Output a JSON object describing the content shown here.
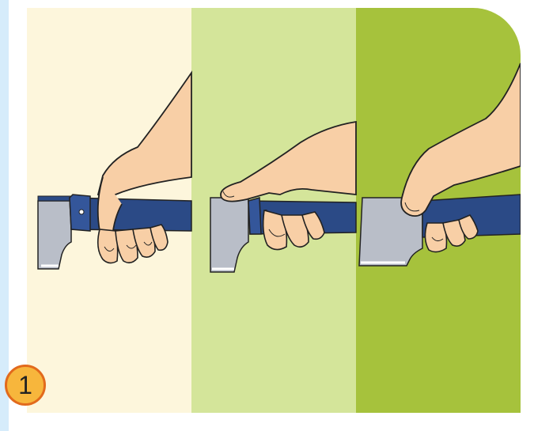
{
  "step_badge": {
    "number": "1"
  },
  "colors": {
    "panel_left": "#fdf6dc",
    "panel_middle": "#d4e59a",
    "panel_right": "#a6c23c",
    "handle": "#2b4a86",
    "blade": "#b9bec8",
    "skin": "#f8cfa6",
    "badge_fill": "#f7b63c",
    "badge_border": "#e26a1c",
    "sidebar": "#d6ecfb"
  },
  "icons": {
    "panel_1": "hand-gripping-knife-handle",
    "panel_2": "hand-with-index-finger-on-spine",
    "panel_3": "hand-pinching-blade"
  }
}
